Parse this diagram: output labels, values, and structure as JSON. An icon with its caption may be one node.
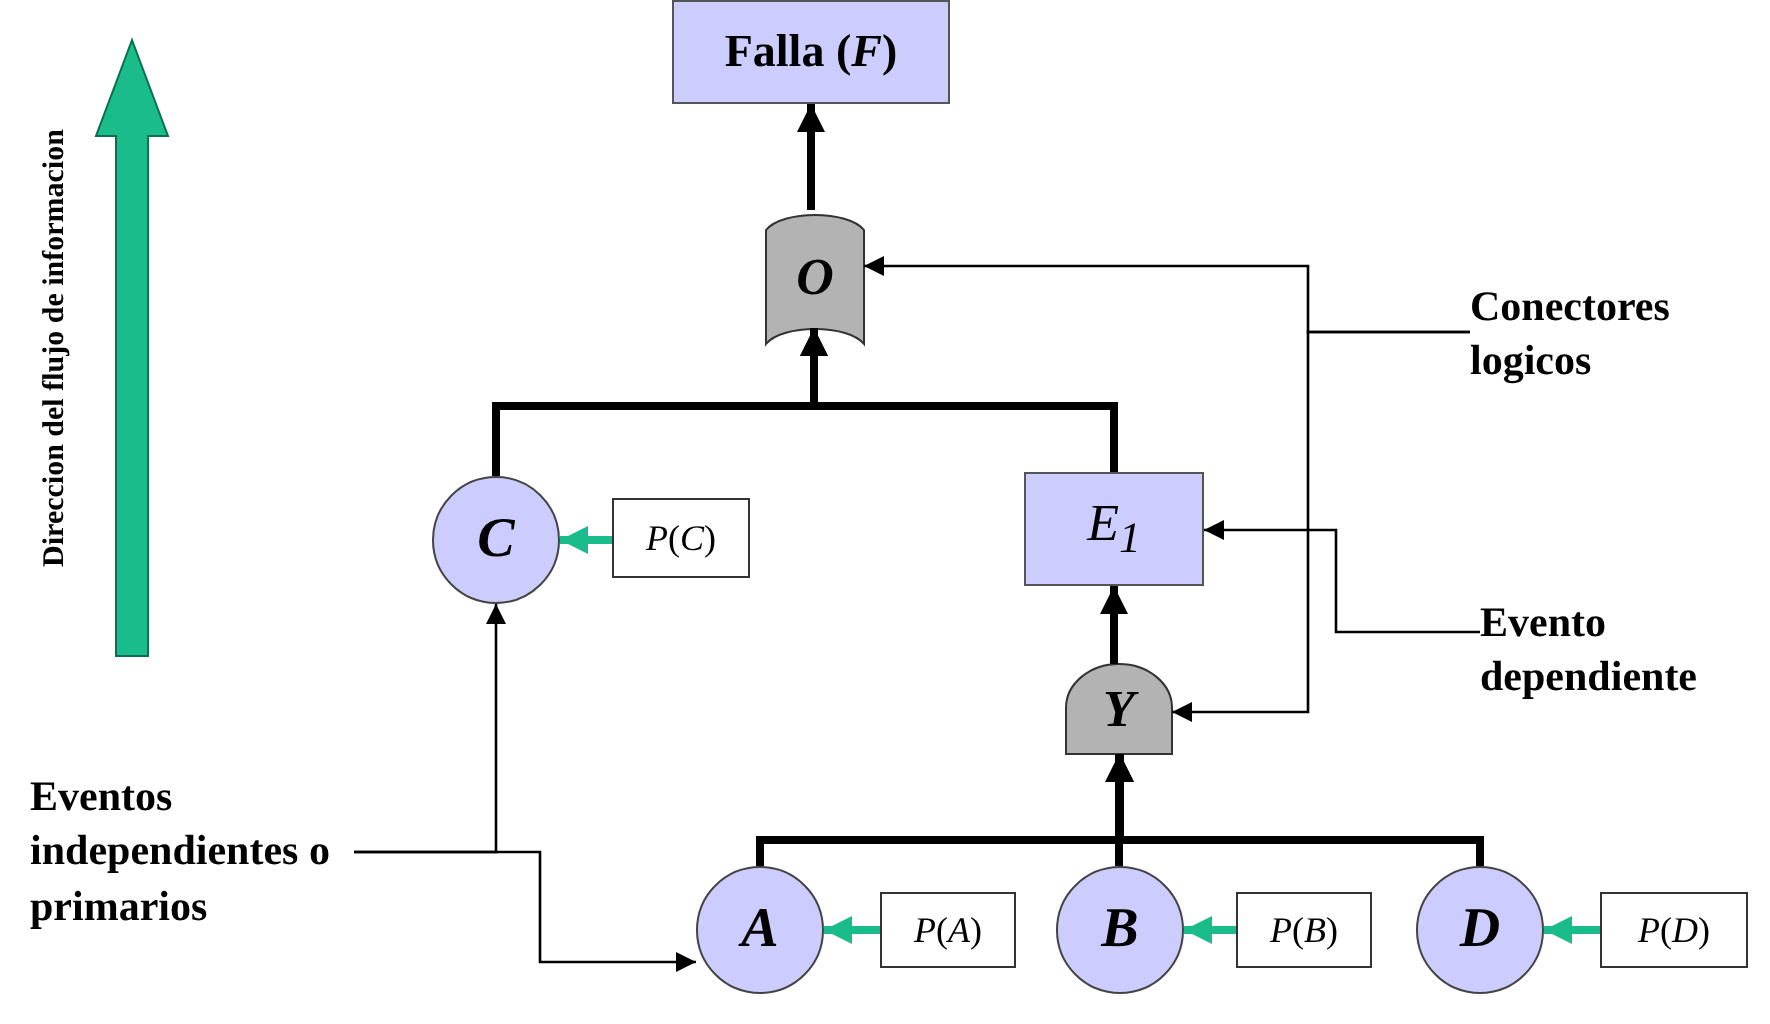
{
  "diagram": {
    "nodes": [
      {
        "text": [
          "Falla (*F*)"
        ]
      },
      {
        "text": [
          "O"
        ]
      },
      {
        "text": [
          "C"
        ]
      },
      {
        "text": [
          "*P*(*C*)"
        ]
      },
      {
        "text": [
          "E$_{1}$"
        ]
      },
      {
        "text": [
          "Y"
        ]
      },
      {
        "text": [
          "A"
        ]
      },
      {
        "text": [
          "*P*(*A*)"
        ]
      },
      {
        "text": [
          "B"
        ]
      },
      {
        "text": [
          "*P*(*B*)"
        ]
      },
      {
        "text": [
          "D"
        ]
      },
      {
        "text": [
          "*P*(*D*)"
        ]
      },
      {
        "text": [
          "Conectores logicos"
        ]
      },
      {
        "text": [
          "Evento dependiente"
        ]
      },
      {
        "text": [
          "Eventos independientes o primarios"
        ]
      }
    ],
    "edges": [
      {
        "from": 1,
        "to": 0,
        "arrow": "to"
      },
      {
        "from": 2,
        "to": 1,
        "arrow": "to"
      },
      {
        "from": 4,
        "to": 1,
        "arrow": "to"
      },
      {
        "from": 5,
        "to": 4,
        "arrow": "to"
      },
      {
        "from": 6,
        "to": 5,
        "arrow": "to"
      },
      {
        "from": 8,
        "to": 5,
        "arrow": "to"
      },
      {
        "from": 10,
        "to": 5,
        "arrow": "to"
      },
      {
        "from": 3,
        "to": 2,
        "arrow": "to",
        "color": "#1abc8c"
      },
      {
        "from": 7,
        "to": 6,
        "arrow": "to",
        "color": "#1abc8c"
      },
      {
        "from": 9,
        "to": 8,
        "arrow": "to",
        "color": "#1abc8c"
      },
      {
        "from": 11,
        "to": 10,
        "arrow": "to",
        "color": "#1abc8c"
      },
      {
        "from": 12,
        "to": 1,
        "arrow": "to"
      },
      {
        "from": 12,
        "to": 5,
        "arrow": "to"
      },
      {
        "from": 13,
        "to": 4,
        "arrow": "to"
      },
      {
        "from": 14,
        "to": 2,
        "arrow": "to"
      },
      {
        "from": 14,
        "to": 6,
        "arrow": "to"
      }
    ],
    "labels": [
      "Direccion del flujo de informacion"
    ]
  }
}
